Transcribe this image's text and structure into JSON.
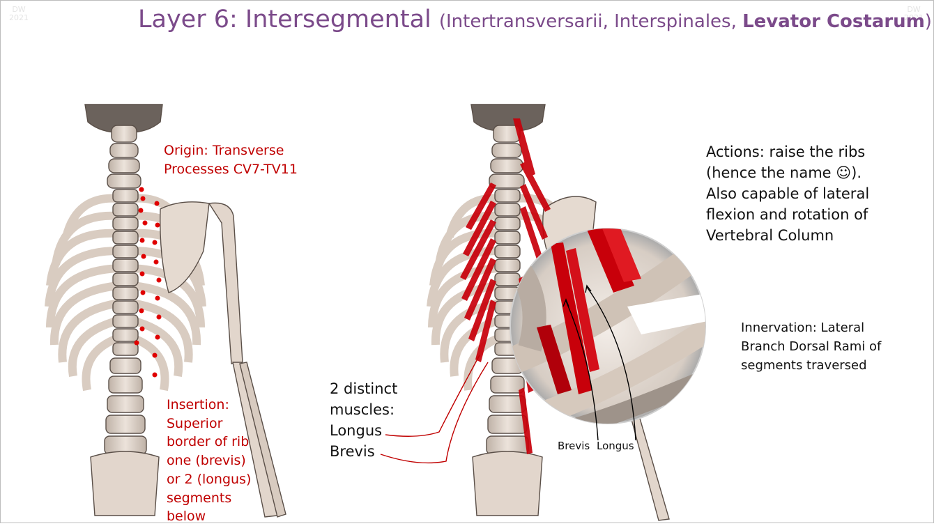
{
  "watermark": {
    "left": "DW 2021",
    "right": "DW 2021"
  },
  "title": {
    "main": "Layer 6: Intersegmental ",
    "sub_open": "(Intertransversarii, Interspinales, ",
    "bold": "Levator Costarum",
    "sub_close": ")"
  },
  "origin": {
    "line1": "Origin: Transverse",
    "line2": "Processes CV7-TV11"
  },
  "insertion": {
    "lines": [
      "Insertion:",
      "Superior",
      "border of rib",
      "one (brevis)",
      "or 2 (longus)",
      "segments",
      "below"
    ]
  },
  "muscles": {
    "lines": [
      "2 distinct",
      "muscles:",
      "Longus",
      "Brevis"
    ]
  },
  "actions": {
    "lines": [
      "Actions: raise the ribs",
      "(hence the name ☺).",
      "Also capable of lateral",
      "flexion and rotation of",
      "Vertebral Column"
    ]
  },
  "innervation": {
    "lines": [
      "Innervation: Lateral",
      "Branch Dorsal Rami of",
      "segments traversed"
    ]
  },
  "zoom_labels": {
    "brevis": "Brevis",
    "longus": "Longus"
  },
  "colors": {
    "title": "#7b4a8a",
    "annotation_red": "#c00000",
    "bone": "#e2d6cc",
    "bone_outline": "#5a4f48",
    "muscle": "#c8000a"
  }
}
